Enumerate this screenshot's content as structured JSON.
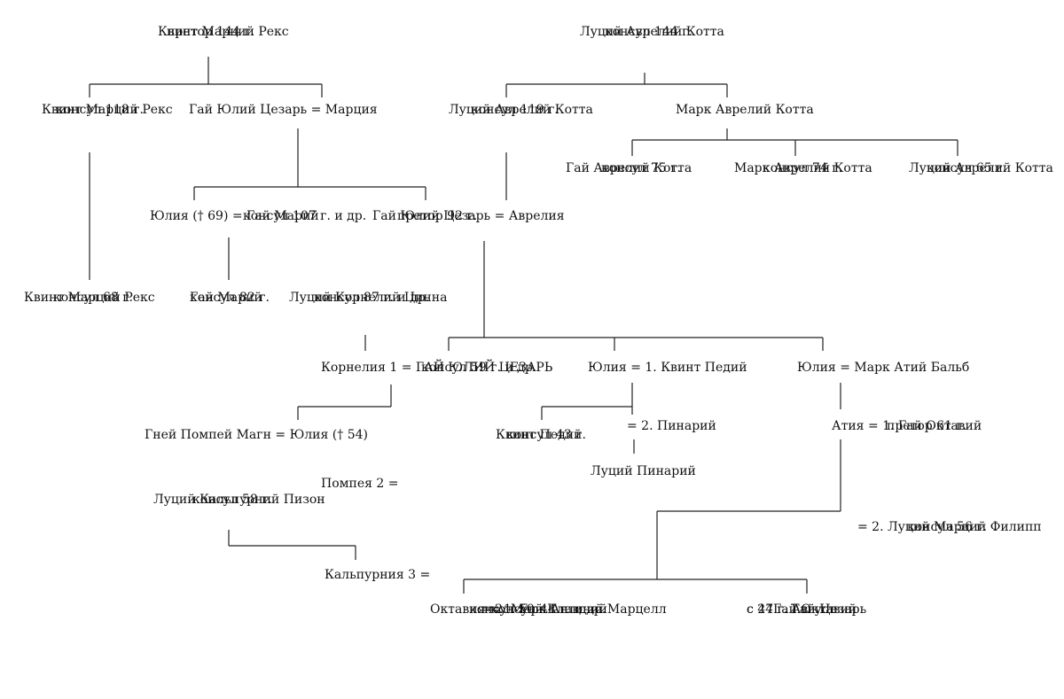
{
  "nodes": [
    {
      "id": "q_marcius_rex_144",
      "lines": [
        "Квинт Марций Рекс",
        "претор 144 г."
      ]
    },
    {
      "id": "l_aurelius_cotta_144",
      "lines": [
        "Луций Аврелий Котта",
        "консул 144 г."
      ]
    },
    {
      "id": "q_marcius_rex_118",
      "lines": [
        "Квинт Марций Рекс",
        "консул 118 г."
      ]
    },
    {
      "id": "caesar_marcia",
      "lines": [
        "Гай Юлий Цезарь = Марция"
      ]
    },
    {
      "id": "l_aurelius_cotta_119",
      "lines": [
        "Луций Аврелий Котта",
        "консул 119 г."
      ]
    },
    {
      "id": "m_aurelius_cotta",
      "lines": [
        "Марк Аврелий Котта"
      ]
    },
    {
      "id": "g_aurelius_cotta_75",
      "lines": [
        "Гай Аврелий Котта",
        "консул 75 г."
      ]
    },
    {
      "id": "m_aurelius_cotta_74",
      "lines": [
        "Марк Аврелий Котта",
        "консул 74 г."
      ]
    },
    {
      "id": "l_aurelius_cotta_65",
      "lines": [
        "Луций Аврелий Котта",
        "консул 65 г."
      ]
    },
    {
      "id": "julia_marius",
      "lines": [
        "Юлия  († 69) = Гай Марий",
        "консул 107 г. и др."
      ]
    },
    {
      "id": "caesar_aurelia",
      "lines": [
        "Гай Юлий Цезарь = Аврелия",
        "претор 92 г."
      ]
    },
    {
      "id": "q_marcius_rex_68",
      "lines": [
        "Квинт Марций Рекс",
        "консул 68 г."
      ]
    },
    {
      "id": "g_marius_82",
      "lines": [
        "Гай Марий",
        "консул 82 г."
      ]
    },
    {
      "id": "cinna",
      "lines": [
        "Луций Корнелий Цинна",
        "консул 87 г. и др."
      ]
    },
    {
      "id": "cornelia_caesar",
      "lines": [
        "Корнелия 1 = ГАЙ ЮЛИЙ ЦЕЗАРЬ",
        "консул 59 г. и др."
      ]
    },
    {
      "id": "julia_pedius",
      "lines": [
        "Юлия = 1. Квинт Педий"
      ]
    },
    {
      "id": "julia_balbus",
      "lines": [
        "Юлия =  Марк Атий Бальб"
      ]
    },
    {
      "id": "pompey_julia",
      "lines": [
        "Гней Помпей Магн = Юлия († 54)"
      ]
    },
    {
      "id": "pinarius_marriage",
      "lines": [
        "= 2. Пинарий"
      ]
    },
    {
      "id": "q_pedius",
      "lines": [
        "Квинт Педий",
        "консул 43 г."
      ]
    },
    {
      "id": "atia_octavius",
      "lines": [
        "Атия = 1. Гай Октавий",
        "претор 61 г."
      ]
    },
    {
      "id": "l_pinarius",
      "lines": [
        "Луций Пинарий"
      ]
    },
    {
      "id": "pompeia",
      "lines": [
        "Помпея 2 ="
      ]
    },
    {
      "id": "piso",
      "lines": [
        "Луций Кальпурний Пизон",
        "консул 58 г."
      ]
    },
    {
      "id": "philippus",
      "lines": [
        "= 2. Луций Марций Филипп",
        "консул 56 г."
      ]
    },
    {
      "id": "calpurnia",
      "lines": [
        "Кальпурния 3 ="
      ]
    },
    {
      "id": "octavia",
      "lines": [
        "Октавия = 1. Гай Клавдий Марцелл",
        "консул 50 г.",
        "= 2. Марк Антоний",
        "консул 44 г. и др."
      ]
    },
    {
      "id": "octavius_augustus",
      "lines": [
        "Гай Октавий",
        "с 44 г. Гай Цезарь",
        "с 27 г. Август"
      ]
    }
  ]
}
